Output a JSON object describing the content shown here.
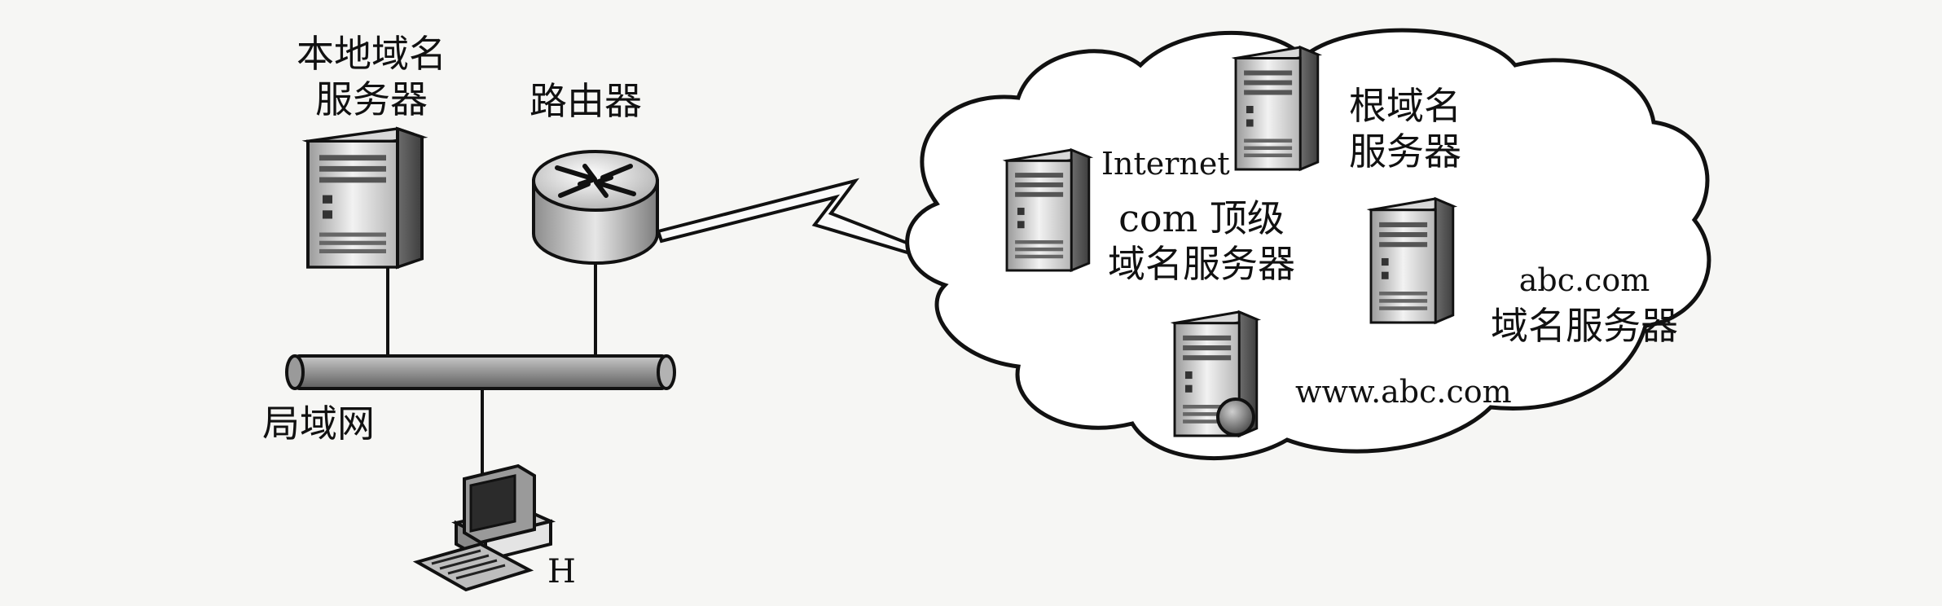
{
  "local_dns": {
    "line1": "本地域名",
    "line2": "服务器"
  },
  "router": {
    "label": "路由器"
  },
  "lan": {
    "label": "局域网"
  },
  "host": {
    "label": "H"
  },
  "cloud": {
    "label": "Internet",
    "root": {
      "line1": "根域名",
      "line2": "服务器"
    },
    "com_tld": {
      "line1": "com 顶级",
      "line2": "域名服务器"
    },
    "abc_dns": {
      "line1": "abc.com",
      "line2": "域名服务器"
    },
    "web": {
      "label": "www.abc.com"
    }
  }
}
